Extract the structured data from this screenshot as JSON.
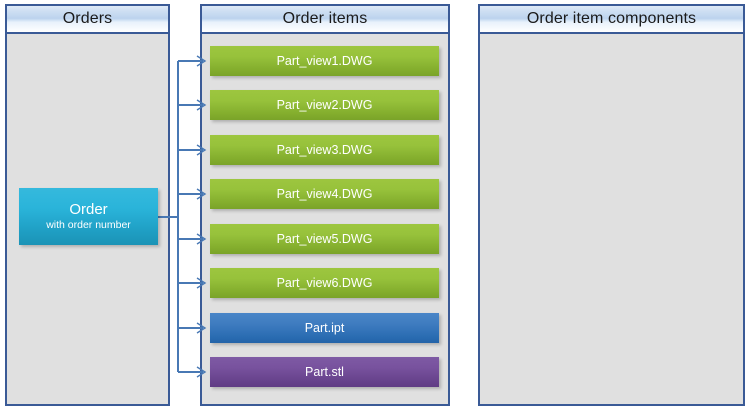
{
  "panels": [
    {
      "id": "orders",
      "title": "Orders"
    },
    {
      "id": "order-items",
      "title": "Order items"
    },
    {
      "id": "order-item-components",
      "title": "Order item components"
    }
  ],
  "order_node": {
    "title": "Order",
    "subtitle": "with  order number"
  },
  "order_items": [
    {
      "label": "Part_view1.DWG",
      "kind": "green"
    },
    {
      "label": "Part_view2.DWG",
      "kind": "green"
    },
    {
      "label": "Part_view3.DWG",
      "kind": "green"
    },
    {
      "label": "Part_view4.DWG",
      "kind": "green"
    },
    {
      "label": "Part_view5.DWG",
      "kind": "green"
    },
    {
      "label": "Part_view6.DWG",
      "kind": "green"
    },
    {
      "label": "Part.ipt",
      "kind": "blue"
    },
    {
      "label": "Part.stl",
      "kind": "purple"
    }
  ],
  "order_item_components": [],
  "colors": {
    "panel_border": "#3a5a96",
    "panel_background": "#e0e0e0",
    "header_gradient_top": "#dfeaf7",
    "header_gradient_bottom": "#ffffff",
    "order_node": "#2ab4da",
    "dwg_node": "#97c23b",
    "ipt_node": "#3f7cc0",
    "stl_node": "#78529e",
    "connector": "#4878b4"
  }
}
